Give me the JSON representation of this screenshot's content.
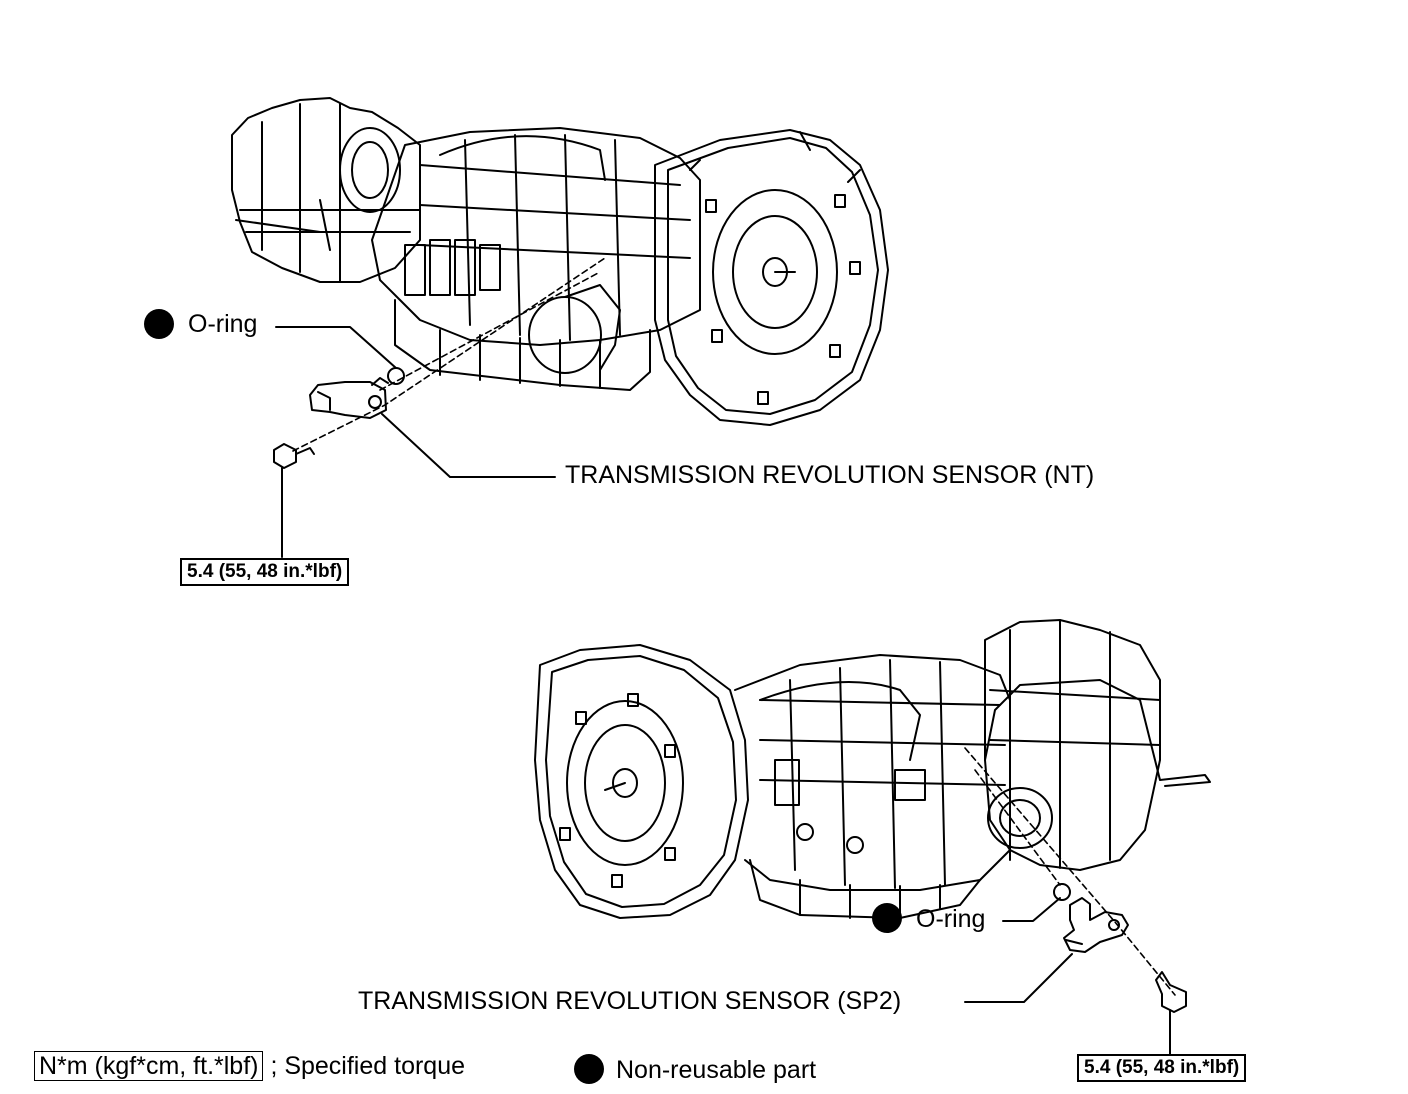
{
  "top_diagram": {
    "oring_label": "O-ring",
    "sensor_label": "TRANSMISSION REVOLUTION SENSOR (NT)",
    "torque_label": "5.4 (55, 48 in.*lbf)"
  },
  "bottom_diagram": {
    "oring_label": "O-ring",
    "sensor_label": "TRANSMISSION REVOLUTION SENSOR (SP2)",
    "torque_label": "5.4 (55, 48 in.*lbf)"
  },
  "legend": {
    "torque_unit": "N*m (kgf*cm, ft.*lbf)",
    "torque_text": "; Specified torque",
    "nonreusable_text": "Non-reusable part"
  }
}
